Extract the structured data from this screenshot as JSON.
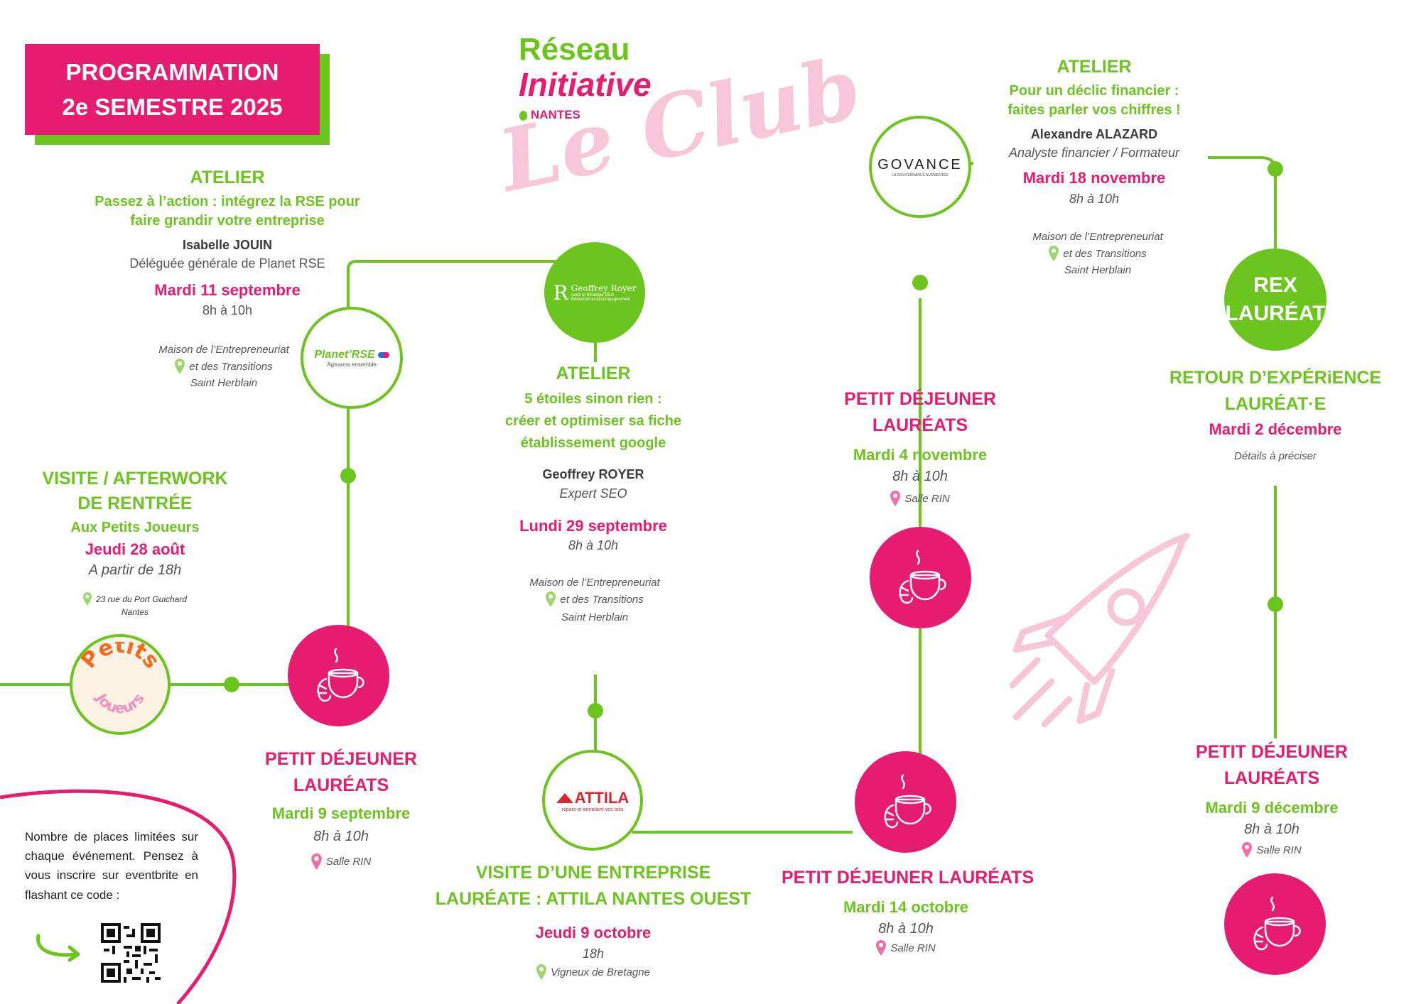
{
  "header": {
    "program_line1": "PROGRAMMATION",
    "program_line2": "2e SEMESTRE 2025",
    "logo_reseau": "Réseau",
    "logo_initiative": "Initiative",
    "logo_nantes": "NANTES",
    "logo_club": "Le Club"
  },
  "events": {
    "afterwork": {
      "title1": "VISITE / AFTERWORK",
      "title2": "DE RENTRÉE",
      "subtitle": "Aux Petits Joueurs",
      "date": "Jeudi 28 août",
      "time": "A partir de 18h",
      "place1": "23 rue du Port Guichard",
      "place2": "Nantes",
      "logo_text": "Petits Joueurs"
    },
    "rse": {
      "type": "ATELIER",
      "title1": "Passez à l’action : intégrez la RSE pour",
      "title2": "faire grandir votre entreprise",
      "speaker": "Isabelle JOUIN",
      "role": "Déléguée générale de Planet RSE",
      "date": "Mardi 11 septembre",
      "time": "8h à 10h",
      "place1": "Maison de l’Entrepreneuriat",
      "place2": "et des Transitions",
      "place3": "Saint Herblain",
      "logo_text": "Planet’RSE",
      "logo_sub": "Agissons ensemble"
    },
    "pdj_sept": {
      "title1": "PETIT DÉJEUNER",
      "title2": "LAURÉATS",
      "date": "Mardi 9 septembre",
      "time": "8h à 10h",
      "place": "Salle RIN"
    },
    "seo": {
      "type": "ATELIER",
      "title1": "5 étoiles sinon rien :",
      "title2": "créer et optimiser sa fiche",
      "title3": "établissement google",
      "speaker": "Geoffrey ROYER",
      "role": "Expert SEO",
      "date": "Lundi 29 septembre",
      "time": "8h à 10h",
      "place1": "Maison de l’Entrepreneuriat",
      "place2": "et des Transitions",
      "place3": "Saint Herblain",
      "logo_text": "Geoffrey Royer",
      "logo_sub1": "Audit et Stratégie SEO",
      "logo_sub2": "Rédaction et Accompagnement"
    },
    "attila": {
      "title1": "VISITE D’UNE ENTREPRISE",
      "title2": "LAURÉATE : ATTILA NANTES OUEST",
      "date": "Jeudi 9 octobre",
      "time": "18h",
      "place": "Vigneux de Bretagne",
      "logo_text": "ATTILA",
      "logo_sub": "répare et entretient vos toits"
    },
    "pdj_oct": {
      "title": "PETIT DÉJEUNER LAURÉATS",
      "date": "Mardi 14 octobre",
      "time": "8h à 10h",
      "place": "Salle RIN"
    },
    "pdj_nov": {
      "title1": "PETIT DÉJEUNER",
      "title2": "LAURÉATS",
      "date": "Mardi 4 novembre",
      "time": "8h à 10h",
      "place": "Salle RIN"
    },
    "govance": {
      "type": "ATELIER",
      "title1": "Pour un déclic financier :",
      "title2": "faites parler vos chiffres !",
      "speaker": "Alexandre ALAZARD",
      "role": "Analyste financier / Formateur",
      "date": "Mardi 18 novembre",
      "time": "8h à 10h",
      "place1": "Maison de l’Entrepreneuriat",
      "place2": "et des Transitions",
      "place3": "Saint Herblain",
      "logo_text": "GOVANCE",
      "logo_sub": "LA GOUVERNANCE AUGMENTÉE"
    },
    "rex": {
      "circle1": "REX",
      "circle2": "LAURÉAT",
      "title1": "RETOUR D’EXPÉRiENCE",
      "title2": "LAURÉAT·E",
      "date": "Mardi 2 décembre",
      "details": "Détails à préciser"
    },
    "pdj_dec": {
      "title1": "PETIT DÉJEUNER",
      "title2": "LAURÉATS",
      "date": "Mardi 9 décembre",
      "time": "8h à 10h",
      "place": "Salle RIN"
    }
  },
  "footer": {
    "note": "Nombre de places limitées sur chaque événement. Pensez à vous inscrire sur eventbrite en flashant ce code :"
  },
  "colors": {
    "green": "#6cc51f",
    "pink": "#e51c70",
    "light_pink": "#f7c6d9"
  }
}
